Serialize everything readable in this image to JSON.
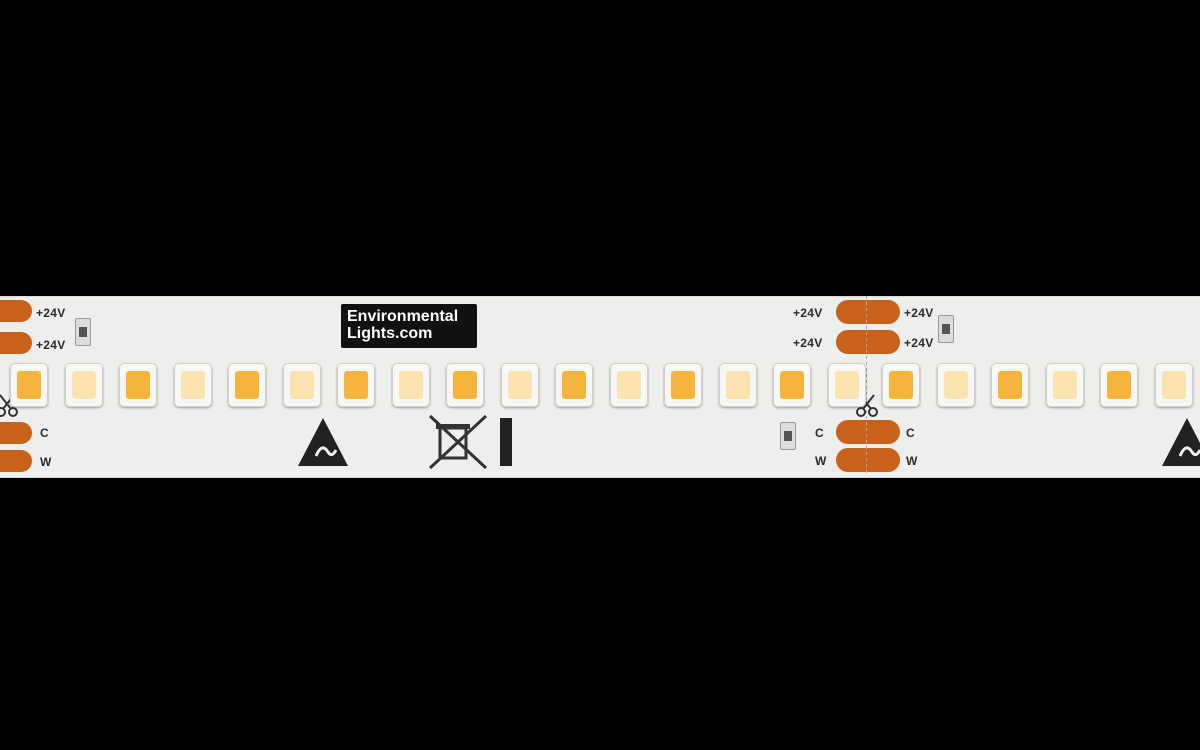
{
  "brand": {
    "line1": "Environmental",
    "line2": "Lights.com"
  },
  "labels": {
    "v_plus": "+24V",
    "cold": "C",
    "warm": "W"
  },
  "colors": {
    "background": "#000000",
    "pcb": "#eeeeec",
    "copper_pad": "#c8621a",
    "led_warm": "#f5b43c",
    "led_cool": "#fbe3b0"
  },
  "icons": [
    "esd-warning-icon",
    "scissors-icon",
    "crossed-bin-icon",
    "resistor-icon"
  ]
}
